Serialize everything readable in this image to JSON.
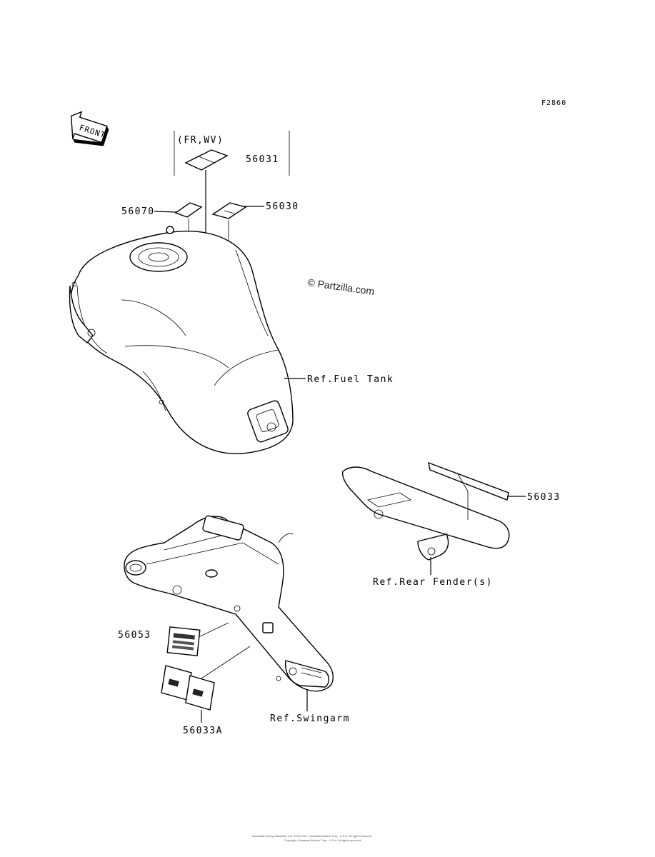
{
  "figure_code": "F2860",
  "front_arrow_label": "FRONT",
  "watermark": "© Partzilla.com",
  "copyright_line1": "Kawasaki Heavy Industries, Ltd. 2009-2011. Kawasaki Motors Corp., U.S.A. All rights reserved.",
  "copyright_line2": "Copyright: Kawasaki Motors Corp., U.S.A. All rights reserved.",
  "labels": {
    "variant": "(FR,WV)",
    "p56031": "56031",
    "p56070": "56070",
    "p56030": "56030",
    "ref_fuel_tank": "Ref.Fuel Tank",
    "p56033": "56033",
    "ref_rear_fender": "Ref.Rear Fender(s)",
    "p56053": "56053",
    "p56033A": "56033A",
    "ref_swingarm": "Ref.Swingarm"
  }
}
